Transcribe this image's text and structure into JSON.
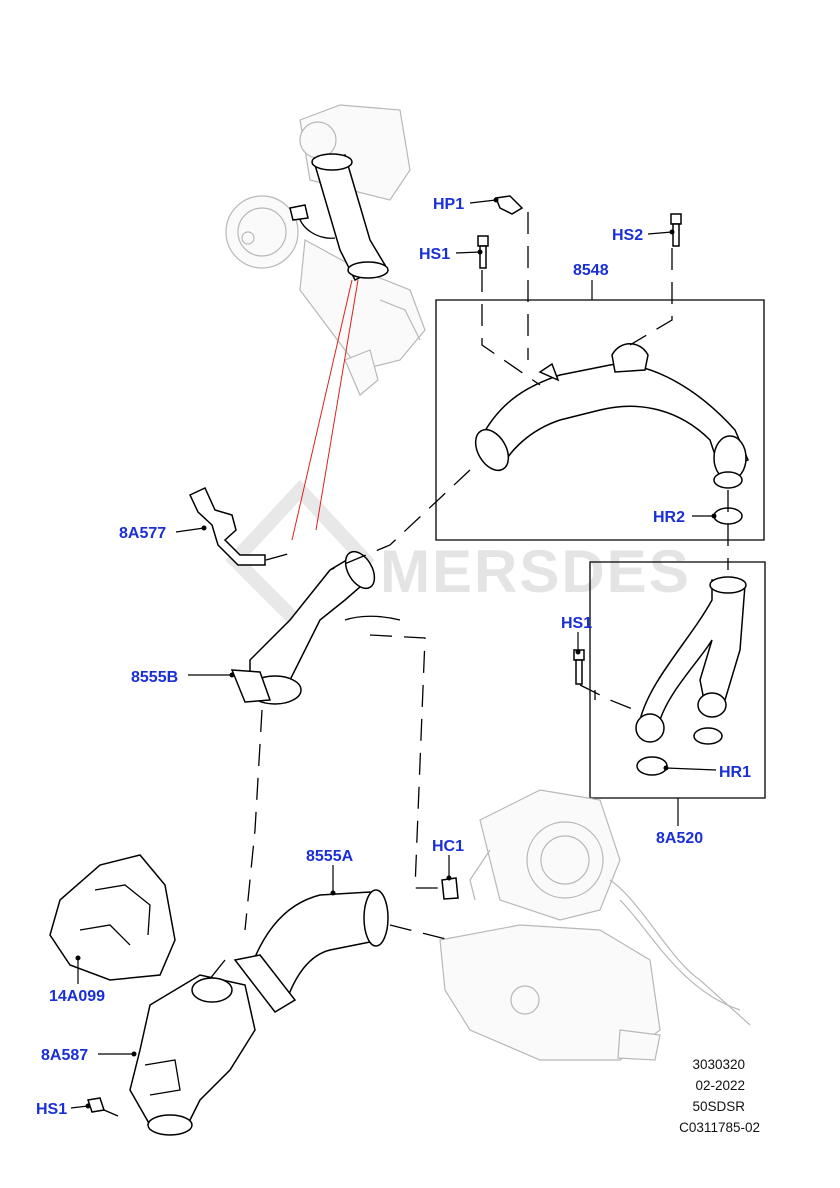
{
  "watermark": {
    "text": "MERSDES"
  },
  "parts": [
    {
      "id": "hp1",
      "label": "HP1"
    },
    {
      "id": "hs2",
      "label": "HS2"
    },
    {
      "id": "hs1a",
      "label": "HS1"
    },
    {
      "id": "p8548",
      "label": "8548"
    },
    {
      "id": "p8a577",
      "label": "8A577"
    },
    {
      "id": "hr2",
      "label": "HR2"
    },
    {
      "id": "hs1b",
      "label": "HS1"
    },
    {
      "id": "p8555b",
      "label": "8555B"
    },
    {
      "id": "hr1",
      "label": "HR1"
    },
    {
      "id": "p8a520",
      "label": "8A520"
    },
    {
      "id": "hc1",
      "label": "HC1"
    },
    {
      "id": "p8555a",
      "label": "8555A"
    },
    {
      "id": "p14a099",
      "label": "14A099"
    },
    {
      "id": "p8a587",
      "label": "8A587"
    },
    {
      "id": "hs1c",
      "label": "HS1"
    }
  ],
  "reference_block": {
    "lines": [
      "3030320",
      "02-2022",
      "50SDSR",
      "C0311785-02"
    ]
  }
}
